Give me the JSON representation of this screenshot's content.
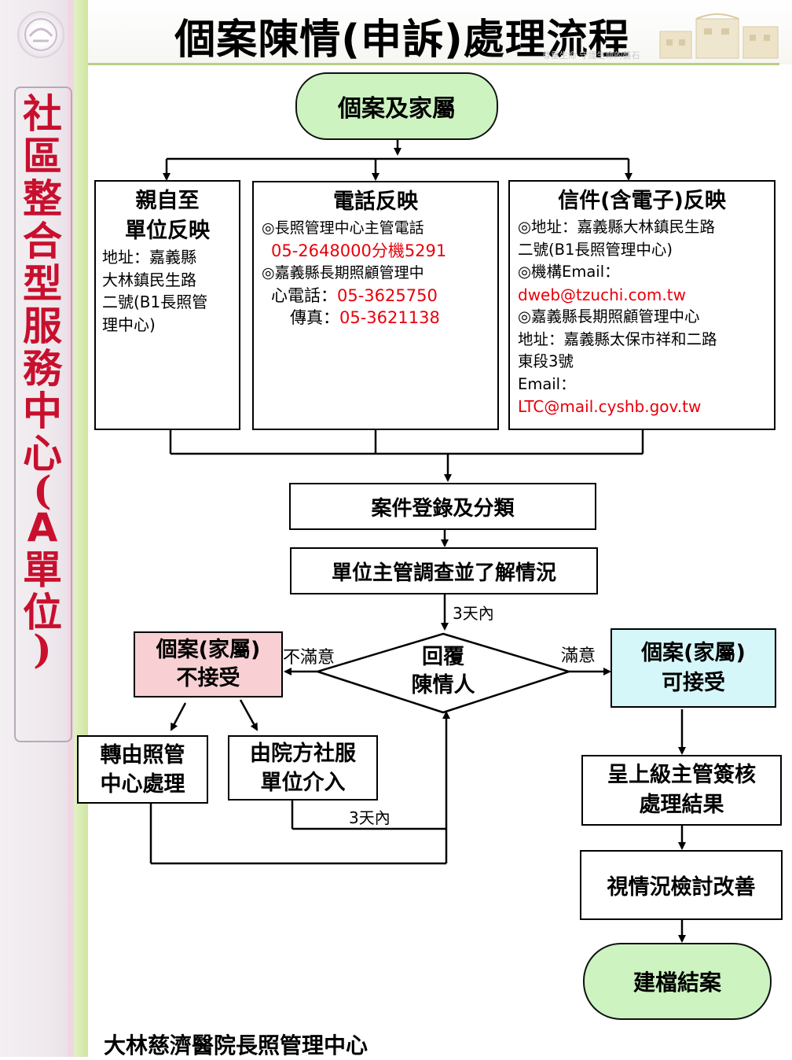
{
  "page": {
    "title": "個案陳情(申訴)處理流程",
    "sidebar_title": [
      "社",
      "區",
      "整",
      "合",
      "型",
      "服",
      "務",
      "中",
      "心",
      "(",
      "A",
      "單",
      "位",
      ")"
    ],
    "footer": "大林慈濟醫院長照管理中心",
    "header_watermark": "尊重生命 守護生命的磐石"
  },
  "colors": {
    "green_node": "#ccf3c0",
    "pink_box": "#f8d0d3",
    "cyan_box": "#d6f7f9",
    "highlight_red": "#e8000b",
    "sidebar_title_red": "#c8102e"
  },
  "flow": {
    "start": "個案及家屬",
    "channel_in_person": {
      "title_line1": "親自至",
      "title_line2": "單位反映",
      "line1": "地址：嘉義縣",
      "line2": "大林鎮民生路",
      "line3": "二號(B1長照管",
      "line4": "理中心)"
    },
    "channel_phone": {
      "title": "電話反映",
      "line1": "◎長照管理中心主管電話",
      "phone1": "05-2648000分機5291",
      "line2": "◎嘉義縣長期照顧管理中",
      "line3_label": "心電話：",
      "phone2": "05-3625750",
      "line4_label": "傳真：",
      "fax": "05-3621138"
    },
    "channel_mail": {
      "title": "信件(含電子)反映",
      "line1": "◎地址：嘉義縣大林鎮民生路",
      "line2": "二號(B1長照管理中心)",
      "line3": "◎機構Email：",
      "email1": "dweb@tzuchi.com.tw",
      "line4": "◎嘉義縣長期照顧管理中心",
      "line5": "地址：嘉義縣太保市祥和二路",
      "line6": "東段3號",
      "line7": "Email：",
      "email2": "LTC@mail.cyshb.gov.tw"
    },
    "register": "案件登錄及分類",
    "investigate": "單位主管調查並了解情況",
    "days_label_1": "3天內",
    "decision_line1": "回覆",
    "decision_line2": "陳情人",
    "unsatisfied": "不滿意",
    "satisfied": "滿意",
    "reject_line1": "個案(家屬)",
    "reject_line2": "不接受",
    "accept_line1": "個案(家屬)",
    "accept_line2": "可接受",
    "transfer_line1": "轉由照管",
    "transfer_line2": "中心處理",
    "social_line1": "由院方社服",
    "social_line2": "單位介入",
    "days_label_2": "3天內",
    "review_line1": "呈上級主管簽核",
    "review_line2": "處理結果",
    "improve": "視情況檢討改善",
    "close": "建檔結案"
  }
}
